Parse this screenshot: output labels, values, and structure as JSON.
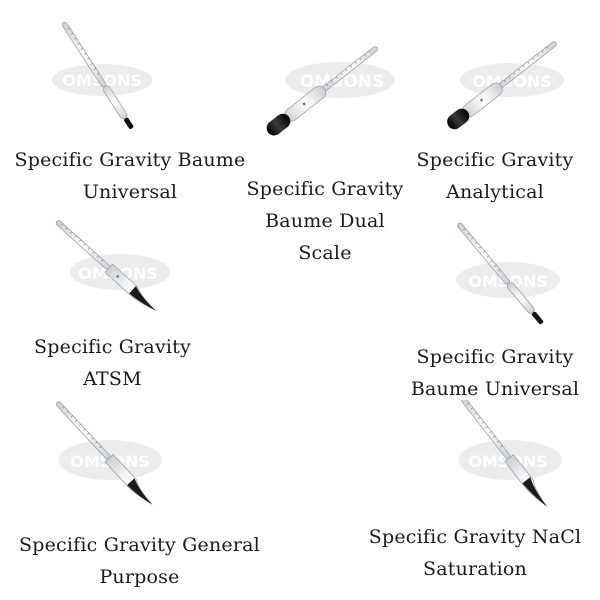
{
  "watermark": "OMSONS",
  "colors": {
    "glass": "#f4f6f8",
    "glass_edge": "#9aa3ad",
    "scale": "#6e7780",
    "bulb_dark": "#111111",
    "watermark_fill": "#e6e6e6",
    "accent_blue": "#3a7bd5"
  },
  "products": [
    {
      "caption": "Specific Gravity Baume\nUniversal",
      "icon": "hydrometer-thin-stem-icon"
    },
    {
      "caption": "Specific Gravity\nBaume Dual\nScale",
      "icon": "hydrometer-round-bulb-icon"
    },
    {
      "caption": "Specific Gravity\nAnalytical",
      "icon": "hydrometer-round-bulb-icon"
    },
    {
      "caption": "Specific Gravity\nATSM",
      "icon": "hydrometer-pointed-bulb-icon"
    },
    {
      "caption": "Specific Gravity\nBaume Universal",
      "icon": "hydrometer-thin-stem-icon"
    },
    {
      "caption": "Specific Gravity General\nPurpose",
      "icon": "hydrometer-pointed-bulb-icon"
    },
    {
      "caption": "Specific Gravity NaCl\nSaturation",
      "icon": "hydrometer-pointed-bulb-icon"
    }
  ]
}
